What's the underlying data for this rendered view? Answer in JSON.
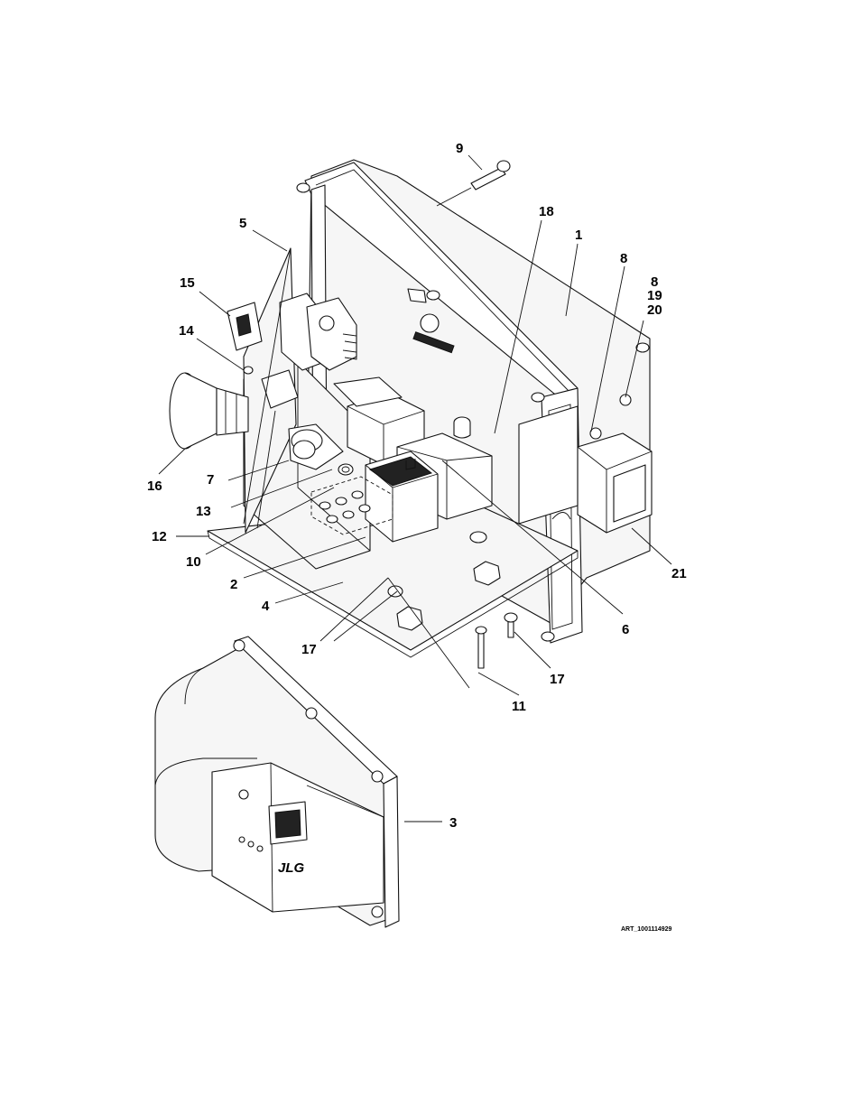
{
  "callouts": [
    {
      "id": "c9",
      "label": "9"
    },
    {
      "id": "c18",
      "label": "18"
    },
    {
      "id": "c5",
      "label": "5"
    },
    {
      "id": "c1",
      "label": "1"
    },
    {
      "id": "c8a",
      "label": "8"
    },
    {
      "id": "c8b",
      "label": "8"
    },
    {
      "id": "c19",
      "label": "19"
    },
    {
      "id": "c20",
      "label": "20"
    },
    {
      "id": "c15",
      "label": "15"
    },
    {
      "id": "c14",
      "label": "14"
    },
    {
      "id": "c16",
      "label": "16"
    },
    {
      "id": "c7",
      "label": "7"
    },
    {
      "id": "c13",
      "label": "13"
    },
    {
      "id": "c12",
      "label": "12"
    },
    {
      "id": "c10",
      "label": "10"
    },
    {
      "id": "c2",
      "label": "2"
    },
    {
      "id": "c4",
      "label": "4"
    },
    {
      "id": "c21",
      "label": "21"
    },
    {
      "id": "c6",
      "label": "6"
    },
    {
      "id": "c17a",
      "label": "17"
    },
    {
      "id": "c17b",
      "label": "17"
    },
    {
      "id": "c11",
      "label": "11"
    },
    {
      "id": "c3",
      "label": "3"
    }
  ],
  "art_id": "ART_1001114929",
  "logo_text": "JLG"
}
